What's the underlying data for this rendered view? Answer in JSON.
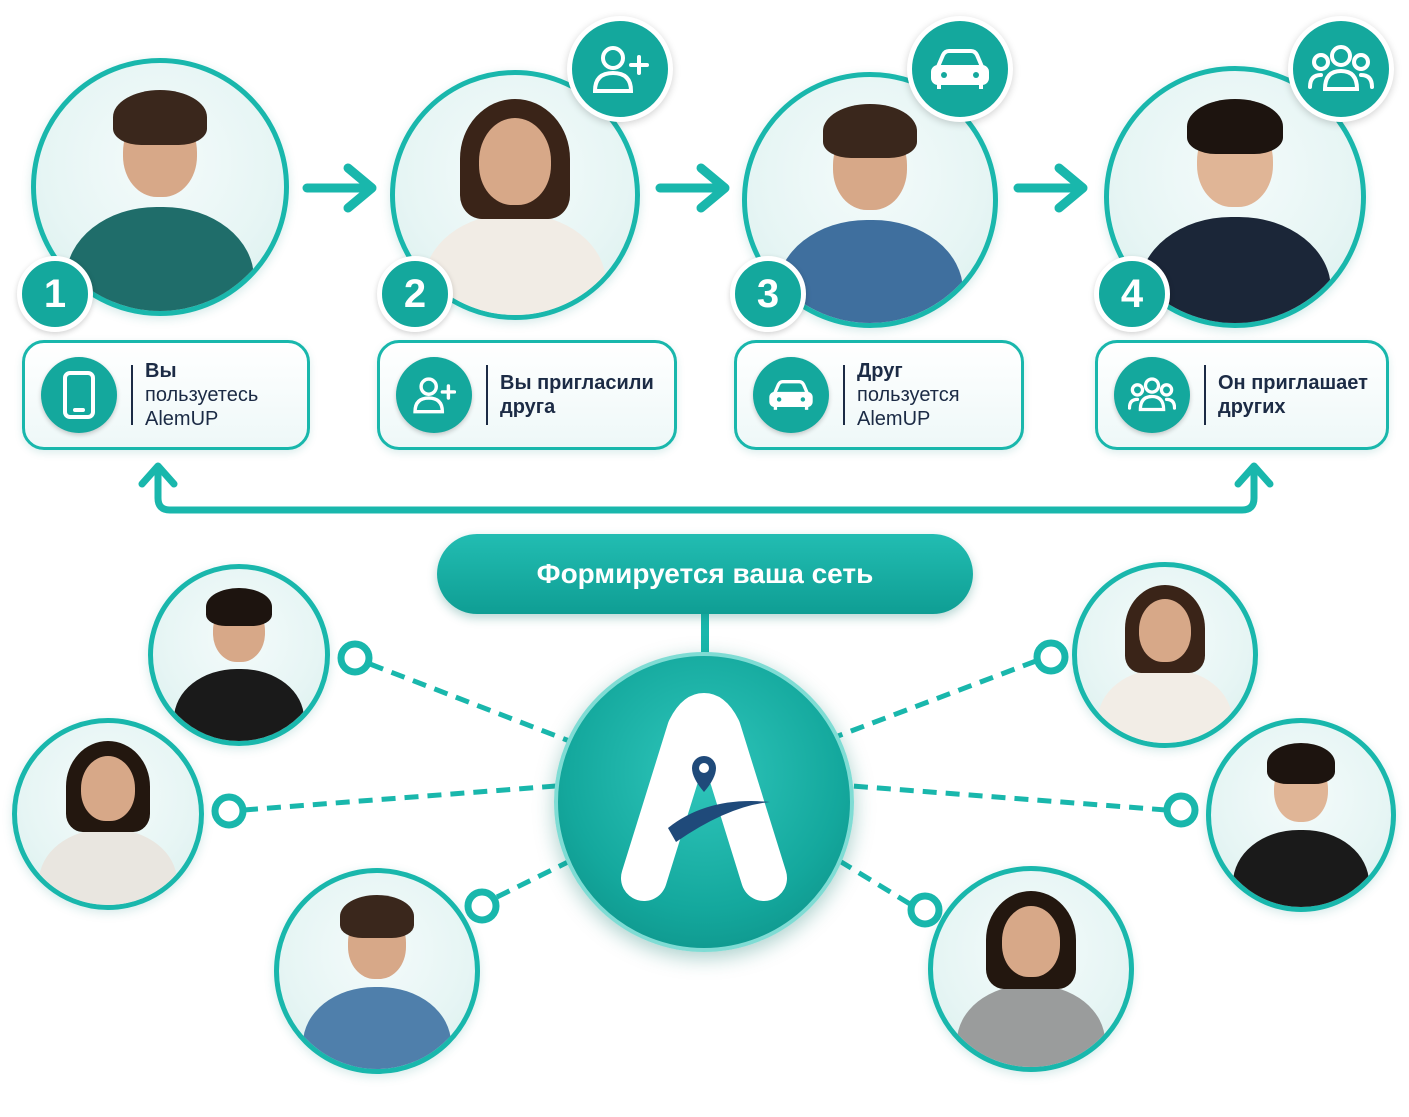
{
  "steps": [
    {
      "number": "1",
      "line1": "Вы",
      "line2": "пользуетесь",
      "line3": "AlemUP",
      "icon": "phone-icon"
    },
    {
      "number": "2",
      "line1": "Вы пригласили",
      "line2": "друга",
      "line3": "",
      "icon": "add-user-icon"
    },
    {
      "number": "3",
      "line1": "Друг",
      "line2": "пользуется",
      "line3": "AlemUP",
      "icon": "car-icon"
    },
    {
      "number": "4",
      "line1": "Он приглашает",
      "line2": "других",
      "line3": "",
      "icon": "group-icon"
    }
  ],
  "network_label": "Формируется ваша сеть",
  "colors": {
    "teal": "#14a89d",
    "border": "#19b7ac",
    "navy": "#1c2b45"
  }
}
